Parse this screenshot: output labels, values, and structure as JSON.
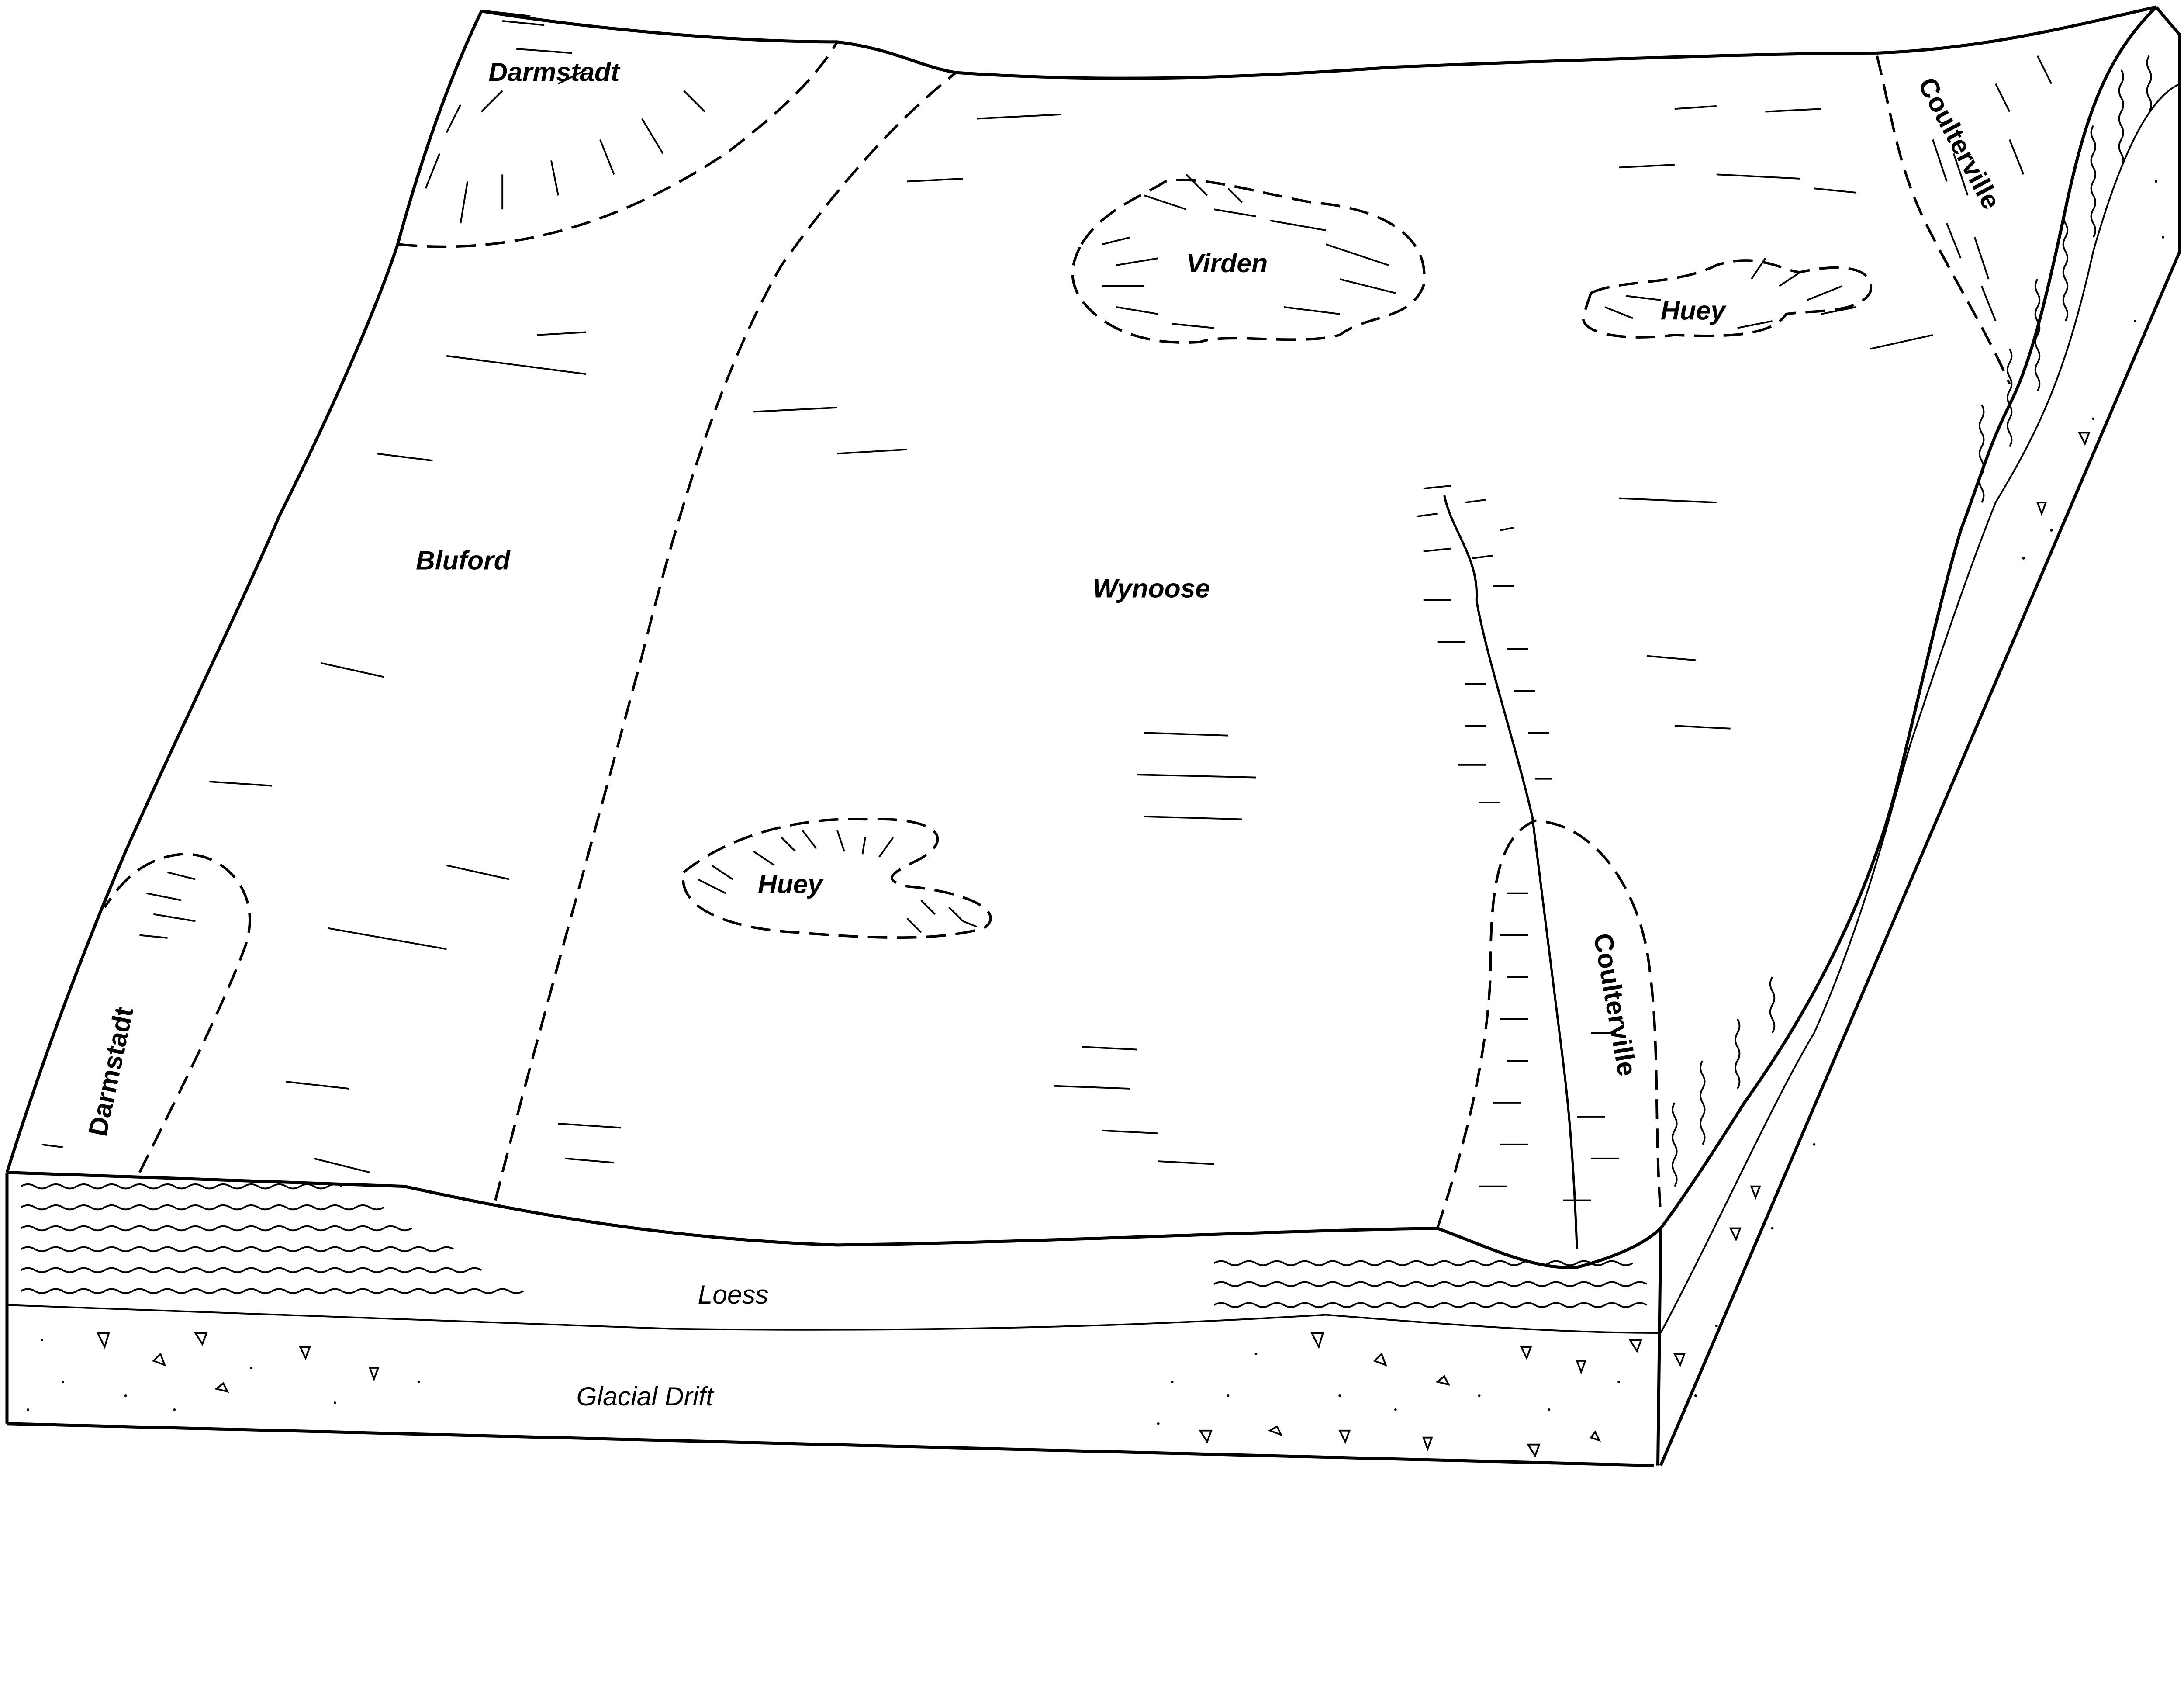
{
  "diagram": {
    "soil_units": {
      "darmstadt_top": "Darmstadt",
      "darmstadt_left": "Darmstadt",
      "bluford": "Bluford",
      "wynoose": "Wynoose",
      "virden": "Virden",
      "huey_top": "Huey",
      "huey_middle": "Huey",
      "coulterville_top": "Coulterville",
      "coulterville_middle": "Coulterville"
    },
    "layers": {
      "loess": "Loess",
      "glacial_drift": "Glacial Drift"
    }
  }
}
